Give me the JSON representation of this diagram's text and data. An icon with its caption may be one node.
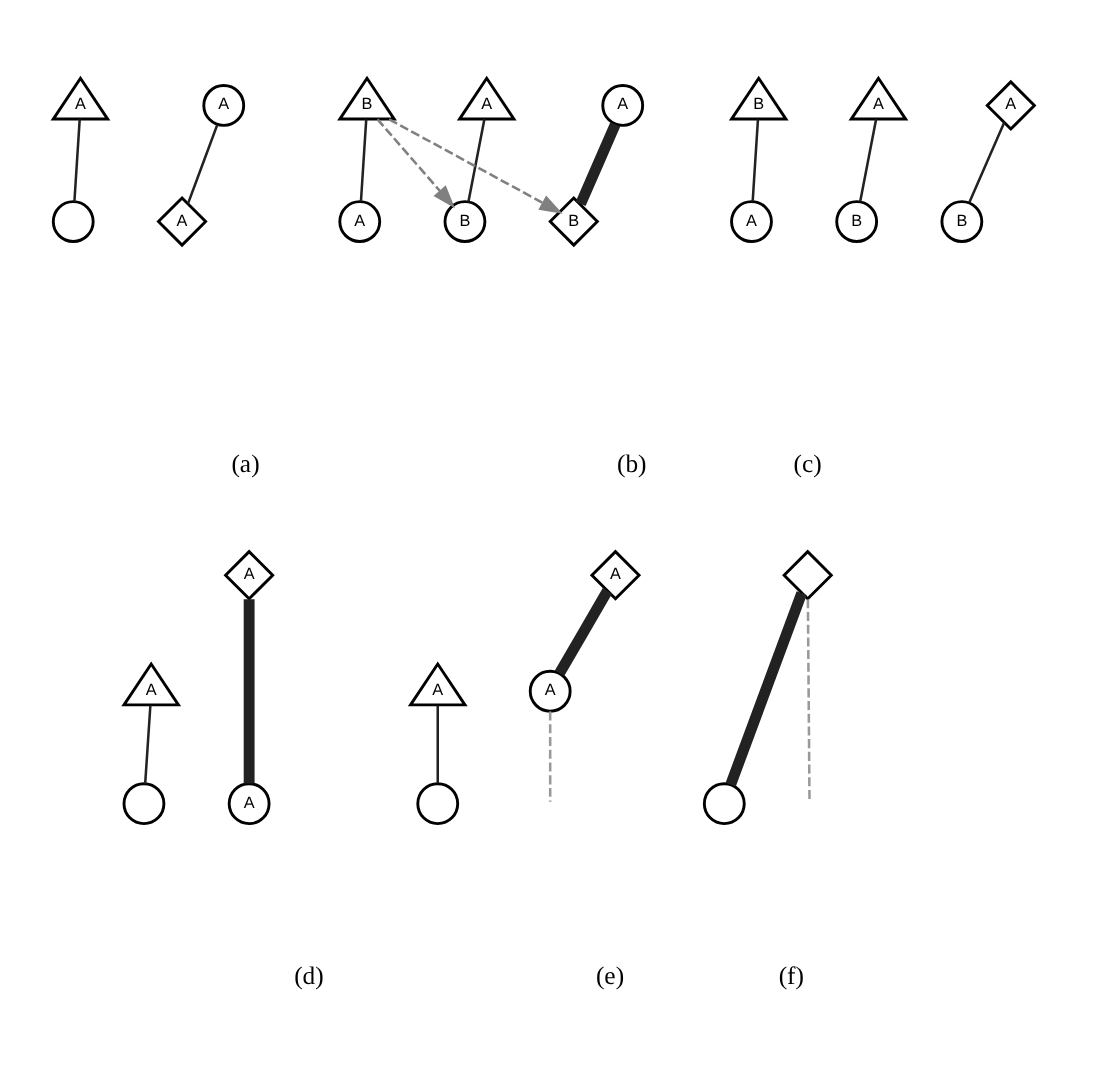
{
  "diagram": {
    "nodes": [
      {
        "text": [
          "A"
        ]
      },
      {
        "text": [
          "A"
        ]
      },
      {
        "text": [
          "A"
        ]
      },
      {
        "text": [],
        "shape": "circle"
      },
      {
        "text": [
          "A"
        ]
      },
      {
        "text": [
          "B"
        ]
      },
      {
        "text": [
          "A"
        ]
      },
      {
        "text": [
          "B"
        ]
      },
      {
        "text": [
          "B"
        ]
      },
      {
        "text": [
          "A"
        ]
      },
      {
        "text": [
          "A"
        ]
      },
      {
        "text": [
          "B"
        ]
      },
      {
        "text": [
          "A"
        ]
      },
      {
        "text": [
          "B"
        ]
      },
      {
        "text": [
          "B"
        ]
      },
      {
        "text": [
          "A"
        ]
      },
      {
        "text": [
          "A"
        ]
      },
      {
        "text": [
          "A"
        ]
      },
      {
        "text": [],
        "shape": "circle"
      },
      {
        "text": [
          "A"
        ]
      },
      {
        "text": [
          "A"
        ]
      },
      {
        "text": [
          "A"
        ]
      },
      {
        "text": [
          "A"
        ]
      },
      {
        "text": [],
        "shape": "circle"
      },
      {
        "text": [],
        "shape": "diamond"
      },
      {
        "text": [],
        "shape": "circle"
      }
    ],
    "edges": [
      {
        "from": 0,
        "to": 2,
        "arrow": "none"
      },
      {
        "from": 1,
        "to": 3,
        "arrow": "none"
      },
      {
        "from": 4,
        "to": 5,
        "arrow": "none",
        "style": "thick"
      },
      {
        "from": 6,
        "to": 8,
        "arrow": "none"
      },
      {
        "from": 7,
        "to": 9,
        "arrow": "none"
      },
      {
        "from": 7,
        "to": 5,
        "arrow": "to",
        "style": "dashed",
        "color": "#808080"
      },
      {
        "from": 7,
        "to": 8,
        "arrow": "to",
        "style": "dashed",
        "color": "#808080"
      },
      {
        "from": 10,
        "to": 11,
        "arrow": "none"
      },
      {
        "from": 12,
        "to": 14,
        "arrow": "none"
      },
      {
        "from": 13,
        "to": 15,
        "arrow": "none"
      },
      {
        "from": 16,
        "to": 19,
        "arrow": "none",
        "style": "thick"
      },
      {
        "from": 17,
        "to": 18,
        "arrow": "none"
      },
      {
        "from": 20,
        "to": 21,
        "arrow": "none",
        "style": "thick"
      },
      {
        "from": 21,
        "to": null,
        "arrow": "none",
        "style": "dashed",
        "color": "#999999"
      },
      {
        "from": 22,
        "to": 23,
        "arrow": "none"
      },
      {
        "from": 24,
        "to": 25,
        "arrow": "none",
        "style": "thick"
      },
      {
        "from": 24,
        "to": null,
        "arrow": "none",
        "style": "dashed",
        "color": "#999999"
      }
    ],
    "labels": [
      "(a)",
      "(b)",
      "(c)",
      "(d)",
      "(e)",
      "(f)"
    ]
  }
}
